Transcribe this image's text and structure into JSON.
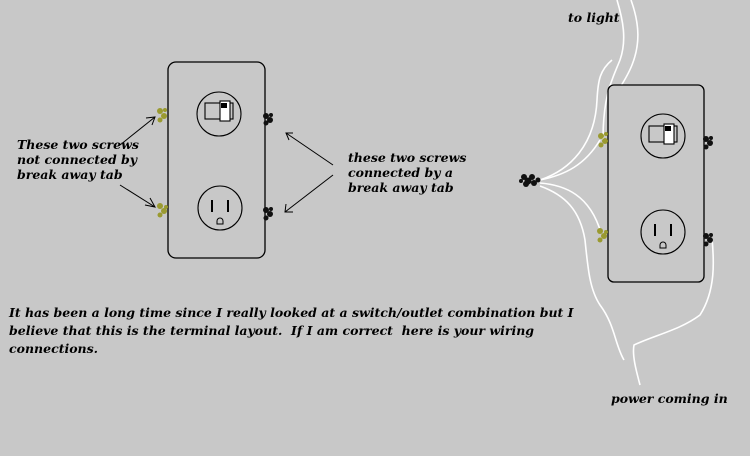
{
  "labels": {
    "left_screws_note": "These two screws\nnot connected by\nbreak away tab",
    "right_screws_note": "these two screws\nconnected by a\nbreak away tab",
    "explanation": "It has been a long time since I really looked at a switch/outlet combination but I\nbelieve that this is the terminal layout.  If I am correct  here is your wiring\nconnections.",
    "to_light": "to light",
    "power_in": "power coming in"
  },
  "colors": {
    "background": "#c8c8c8",
    "wire": "#ffffff",
    "brass_screw": "#9a9a30",
    "dark_screw": "#111111"
  }
}
